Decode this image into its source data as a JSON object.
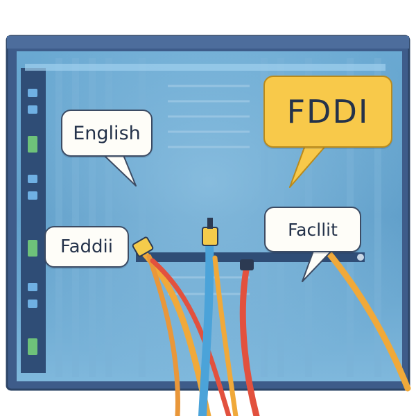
{
  "labels": {
    "english": "English",
    "fddi": "FDDI",
    "faddii": "Faddii",
    "facllit": "Facllit"
  },
  "colors": {
    "frame": "#3e5c8a",
    "frame_dark": "#2c4466",
    "screen": "#5b9bc7",
    "screen_light": "#8cc1e0",
    "bubble": "#fefdf8",
    "bubble_highlight": "#f8c94a",
    "cable_orange": "#f0a93a",
    "cable_blue": "#4ba3d9",
    "cable_red": "#e2513e",
    "led_green": "#6ec27a",
    "led_blue": "#6fb0e3"
  },
  "icons": [
    "rack-panel-icon",
    "fiber-cable-icon",
    "speech-bubble-icon"
  ]
}
